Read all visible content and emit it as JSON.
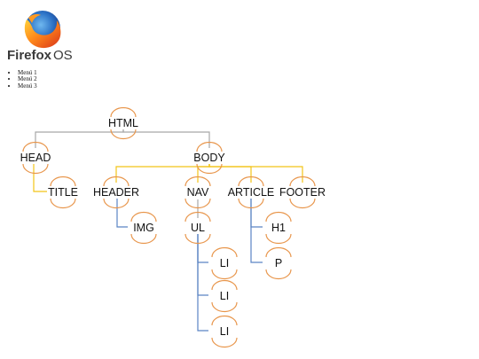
{
  "brand": {
    "name": "Firefox",
    "suffix": "OS",
    "logo_icon": "firefox-logo-icon"
  },
  "menu": {
    "items": [
      "Menú 1",
      "Menú 2",
      "Menú 3"
    ]
  },
  "colors": {
    "gray_edges": "#a8a8a8",
    "yellow_edges": "#f2c418",
    "blue_edges": "#5b84c4",
    "node_arcs": "#e8954a",
    "text": "#111111"
  },
  "tree": {
    "nodes": {
      "html": "HTML",
      "head": "HEAD",
      "body": "BODY",
      "title": "TITLE",
      "header": "HEADER",
      "nav": "NAV",
      "article": "ARTICLE",
      "footer": "FOOTER",
      "img": "IMG",
      "ul": "UL",
      "h1": "H1",
      "p": "P",
      "li_1": "LI",
      "li_2": "LI",
      "li_3": "LI"
    },
    "edges": [
      [
        "html",
        "head",
        "gray"
      ],
      [
        "html",
        "body",
        "gray"
      ],
      [
        "head",
        "title",
        "yellow"
      ],
      [
        "body",
        "header",
        "yellow"
      ],
      [
        "body",
        "nav",
        "yellow"
      ],
      [
        "body",
        "article",
        "yellow"
      ],
      [
        "body",
        "footer",
        "yellow"
      ],
      [
        "header",
        "img",
        "blue"
      ],
      [
        "nav",
        "ul",
        "gray"
      ],
      [
        "ul",
        "li_1",
        "blue"
      ],
      [
        "ul",
        "li_2",
        "blue"
      ],
      [
        "ul",
        "li_3",
        "blue"
      ],
      [
        "article",
        "h1",
        "blue"
      ],
      [
        "article",
        "p",
        "blue"
      ]
    ]
  }
}
